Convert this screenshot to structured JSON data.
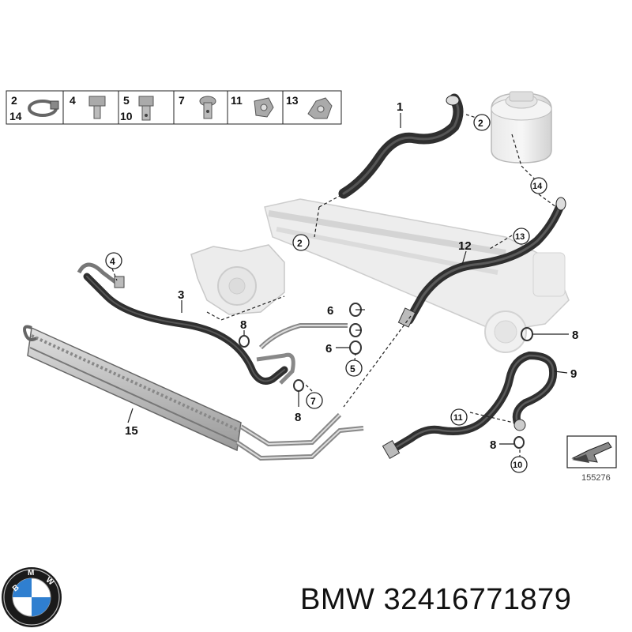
{
  "legend_box": [
    {
      "numbers": [
        "2",
        "14"
      ],
      "icon": "hose-clamp-icon"
    },
    {
      "numbers": [
        "4"
      ],
      "icon": "hex-bolt-icon"
    },
    {
      "numbers": [
        "5",
        "10"
      ],
      "icon": "banjo-bolt-icon"
    },
    {
      "numbers": [
        "7"
      ],
      "icon": "hollow-bolt-icon"
    },
    {
      "numbers": [
        "11"
      ],
      "icon": "clip-icon"
    },
    {
      "numbers": [
        "13"
      ],
      "icon": "bracket-clip-icon"
    }
  ],
  "callouts": {
    "n1": "1",
    "n3": "3",
    "n12": "12",
    "n15": "15",
    "n9": "9",
    "n2a": "2",
    "n2b": "2",
    "n4": "4",
    "n13": "13",
    "n14": "14",
    "n6a": "6",
    "n6b": "6",
    "n5": "5",
    "n7": "7",
    "n11": "11",
    "n10": "10",
    "n8a": "8",
    "n8b": "8",
    "n8c": "8",
    "n8d": "8"
  },
  "reference_number": "155276",
  "caption": {
    "brand": "BMW",
    "part_number": "32416771879"
  },
  "colors": {
    "hose": "#3a3a3a",
    "ghost_part": "#d6d6d6",
    "line": "#222222"
  }
}
